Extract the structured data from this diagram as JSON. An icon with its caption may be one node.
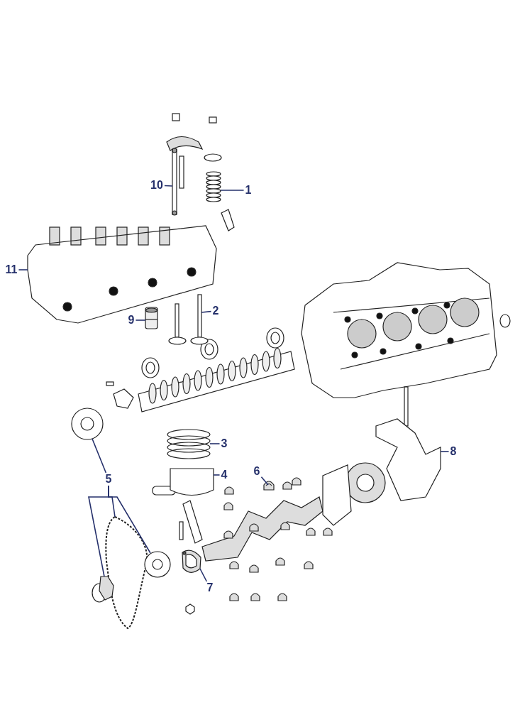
{
  "diagram": {
    "nodes": [
      {
        "text": [
          "10"
        ]
      },
      {
        "text": [
          "1"
        ]
      },
      {
        "text": [
          "11"
        ]
      },
      {
        "text": [
          "2"
        ]
      },
      {
        "text": [
          "9"
        ]
      },
      {
        "text": [
          "3"
        ]
      },
      {
        "text": [
          "8"
        ]
      },
      {
        "text": [
          "6"
        ]
      },
      {
        "text": [
          "4"
        ]
      },
      {
        "text": [
          "5"
        ]
      },
      {
        "text": [
          "7"
        ]
      },
      {
        "text": [],
        "shape": "picture"
      },
      {
        "text": [],
        "shape": "picture"
      },
      {
        "text": [],
        "shape": "picture"
      },
      {
        "text": [],
        "shape": "picture"
      },
      {
        "text": [],
        "shape": "picture"
      },
      {
        "text": [],
        "shape": "picture"
      },
      {
        "text": [],
        "shape": "picture"
      },
      {
        "text": [],
        "shape": "picture"
      },
      {
        "text": [],
        "shape": "picture"
      },
      {
        "text": [],
        "shape": "picture"
      },
      {
        "text": [],
        "shape": "picture"
      },
      {
        "text": [],
        "shape": "picture"
      },
      {
        "text": [],
        "shape": "picture"
      },
      {
        "text": [],
        "shape": "picture"
      }
    ],
    "edges": [
      {
        "from": 0,
        "to": 11,
        "arrow": "none"
      },
      {
        "from": 1,
        "to": 12,
        "arrow": "none"
      },
      {
        "from": 2,
        "to": 13,
        "arrow": "none"
      },
      {
        "from": 3,
        "to": 14,
        "arrow": "none"
      },
      {
        "from": 4,
        "to": 15,
        "arrow": "none"
      },
      {
        "from": 5,
        "to": 16,
        "arrow": "none"
      },
      {
        "from": 6,
        "to": 17,
        "arrow": "none"
      },
      {
        "from": 7,
        "to": 18,
        "arrow": "none"
      },
      {
        "from": 8,
        "to": 19,
        "arrow": "none"
      },
      {
        "from": 9,
        "to": 20,
        "arrow": "none"
      },
      {
        "from": 9,
        "to": 21,
        "arrow": "none"
      },
      {
        "from": 9,
        "to": 22,
        "arrow": "none"
      },
      {
        "from": 9,
        "to": 23,
        "arrow": "none"
      },
      {
        "from": 10,
        "to": 24,
        "arrow": "none"
      }
    ]
  }
}
